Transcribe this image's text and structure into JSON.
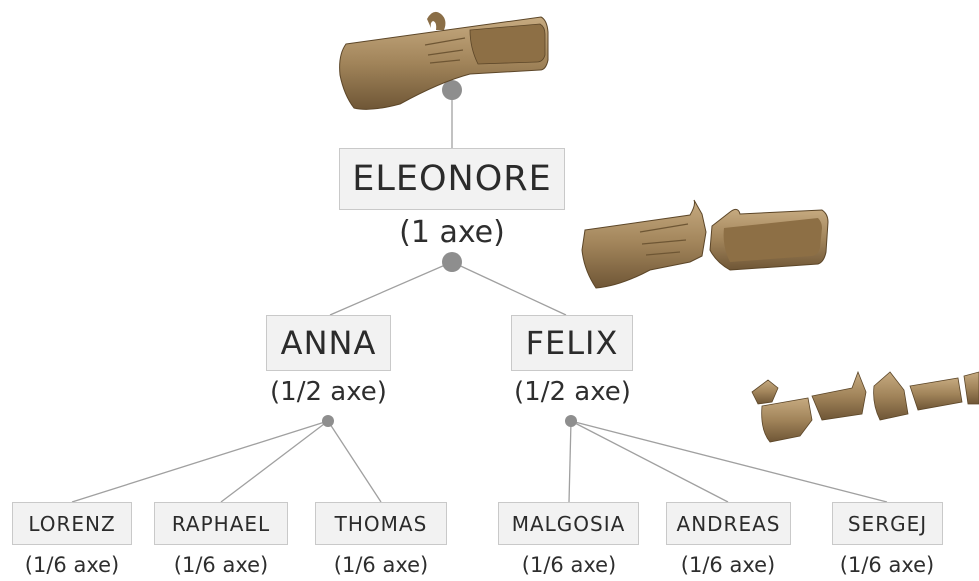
{
  "root": {
    "name": "ELEONORE",
    "share": "(1 axe)"
  },
  "children": [
    {
      "name": "ANNA",
      "share": "(1/2 axe)",
      "children": [
        {
          "name": "LORENZ",
          "share": "(1/6 axe)"
        },
        {
          "name": "RAPHAEL",
          "share": "(1/6 axe)"
        },
        {
          "name": "THOMAS",
          "share": "(1/6 axe)"
        }
      ]
    },
    {
      "name": "FELIX",
      "share": "(1/2 axe)",
      "children": [
        {
          "name": "MALGOSIA",
          "share": "(1/6 axe)"
        },
        {
          "name": "ANDREAS",
          "share": "(1/6 axe)"
        },
        {
          "name": "SERGEJ",
          "share": "(1/6 axe)"
        }
      ]
    }
  ],
  "illustrations": [
    "whole-axe",
    "axe-broken-in-two",
    "axe-broken-in-six"
  ],
  "colors": {
    "line": "#9a9a9a",
    "dot": "#8c8c8c",
    "box_fill": "#f2f2f2",
    "box_border": "#c9c9c9",
    "axe_bronze": "#a8895e"
  }
}
